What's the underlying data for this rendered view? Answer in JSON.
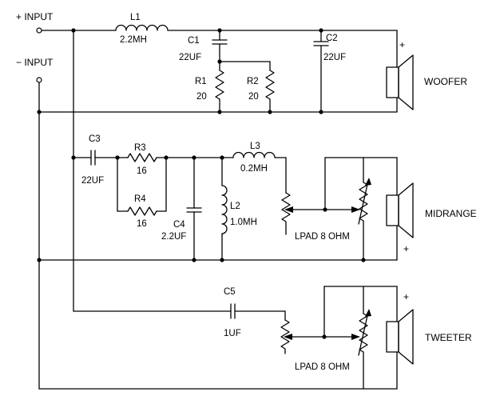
{
  "inputs": {
    "plus": "+ INPUT",
    "minus": "− INPUT"
  },
  "components": {
    "L1": {
      "ref": "L1",
      "value": "2.2MH"
    },
    "C1": {
      "ref": "C1",
      "value": "22UF"
    },
    "C2": {
      "ref": "C2",
      "value": "22UF"
    },
    "R1": {
      "ref": "R1",
      "value": "20"
    },
    "R2": {
      "ref": "R2",
      "value": "20"
    },
    "C3": {
      "ref": "C3",
      "value": "22UF"
    },
    "R3": {
      "ref": "R3",
      "value": "16"
    },
    "R4": {
      "ref": "R4",
      "value": "16"
    },
    "L3": {
      "ref": "L3",
      "value": "0.2MH"
    },
    "L2": {
      "ref": "L2",
      "value": "1.0MH"
    },
    "C4": {
      "ref": "C4",
      "value": "2.2UF"
    },
    "C5": {
      "ref": "C5",
      "value": "1UF"
    }
  },
  "lpads": {
    "mid": "LPAD 8 OHM",
    "tweeter": "LPAD 8 OHM"
  },
  "speakers": {
    "woofer": {
      "label": "WOOFER",
      "plus": "+"
    },
    "midrange": {
      "label": "MIDRANGE",
      "plus": "+"
    },
    "tweeter": {
      "label": "TWEETER",
      "plus": "+"
    }
  }
}
